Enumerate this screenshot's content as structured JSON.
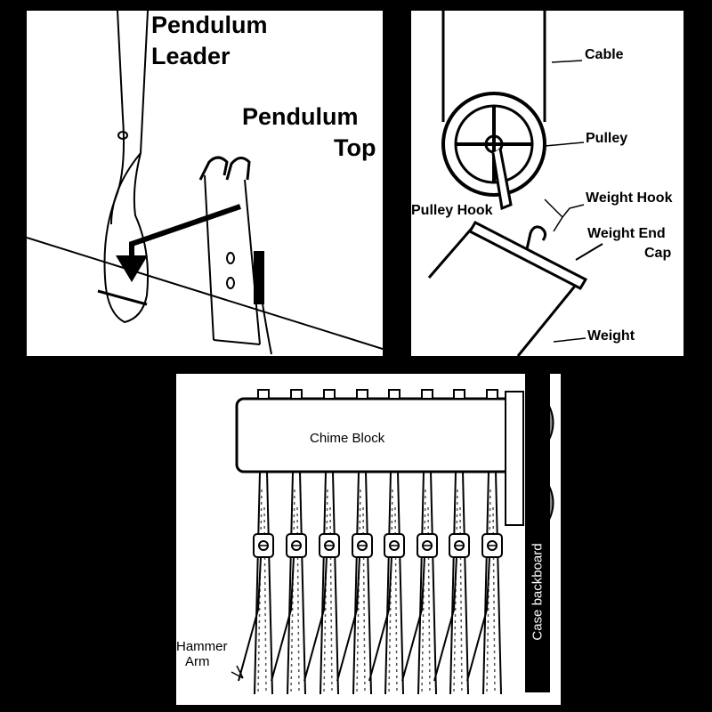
{
  "panels": {
    "pendulum": {
      "label_leader_line1": "Pendulum",
      "label_leader_line2": "Leader",
      "label_top_line1": "Pendulum",
      "label_top_line2": "Top"
    },
    "weight": {
      "label_cable": "Cable",
      "label_pulley": "Pulley",
      "label_weight_hook": "Weight Hook",
      "label_pulley_hook": "Pulley Hook",
      "label_end_cap_line1": "Weight End",
      "label_end_cap_line2": "Cap",
      "label_weight": "Weight"
    },
    "chimes": {
      "label_chime_block": "Chime Block",
      "label_hammer_line1": "Hammer",
      "label_hammer_line2": "Arm",
      "label_backboard": "Case backboard"
    }
  },
  "colors": {
    "background": "#000000",
    "panel": "#ffffff",
    "ink": "#000000"
  }
}
